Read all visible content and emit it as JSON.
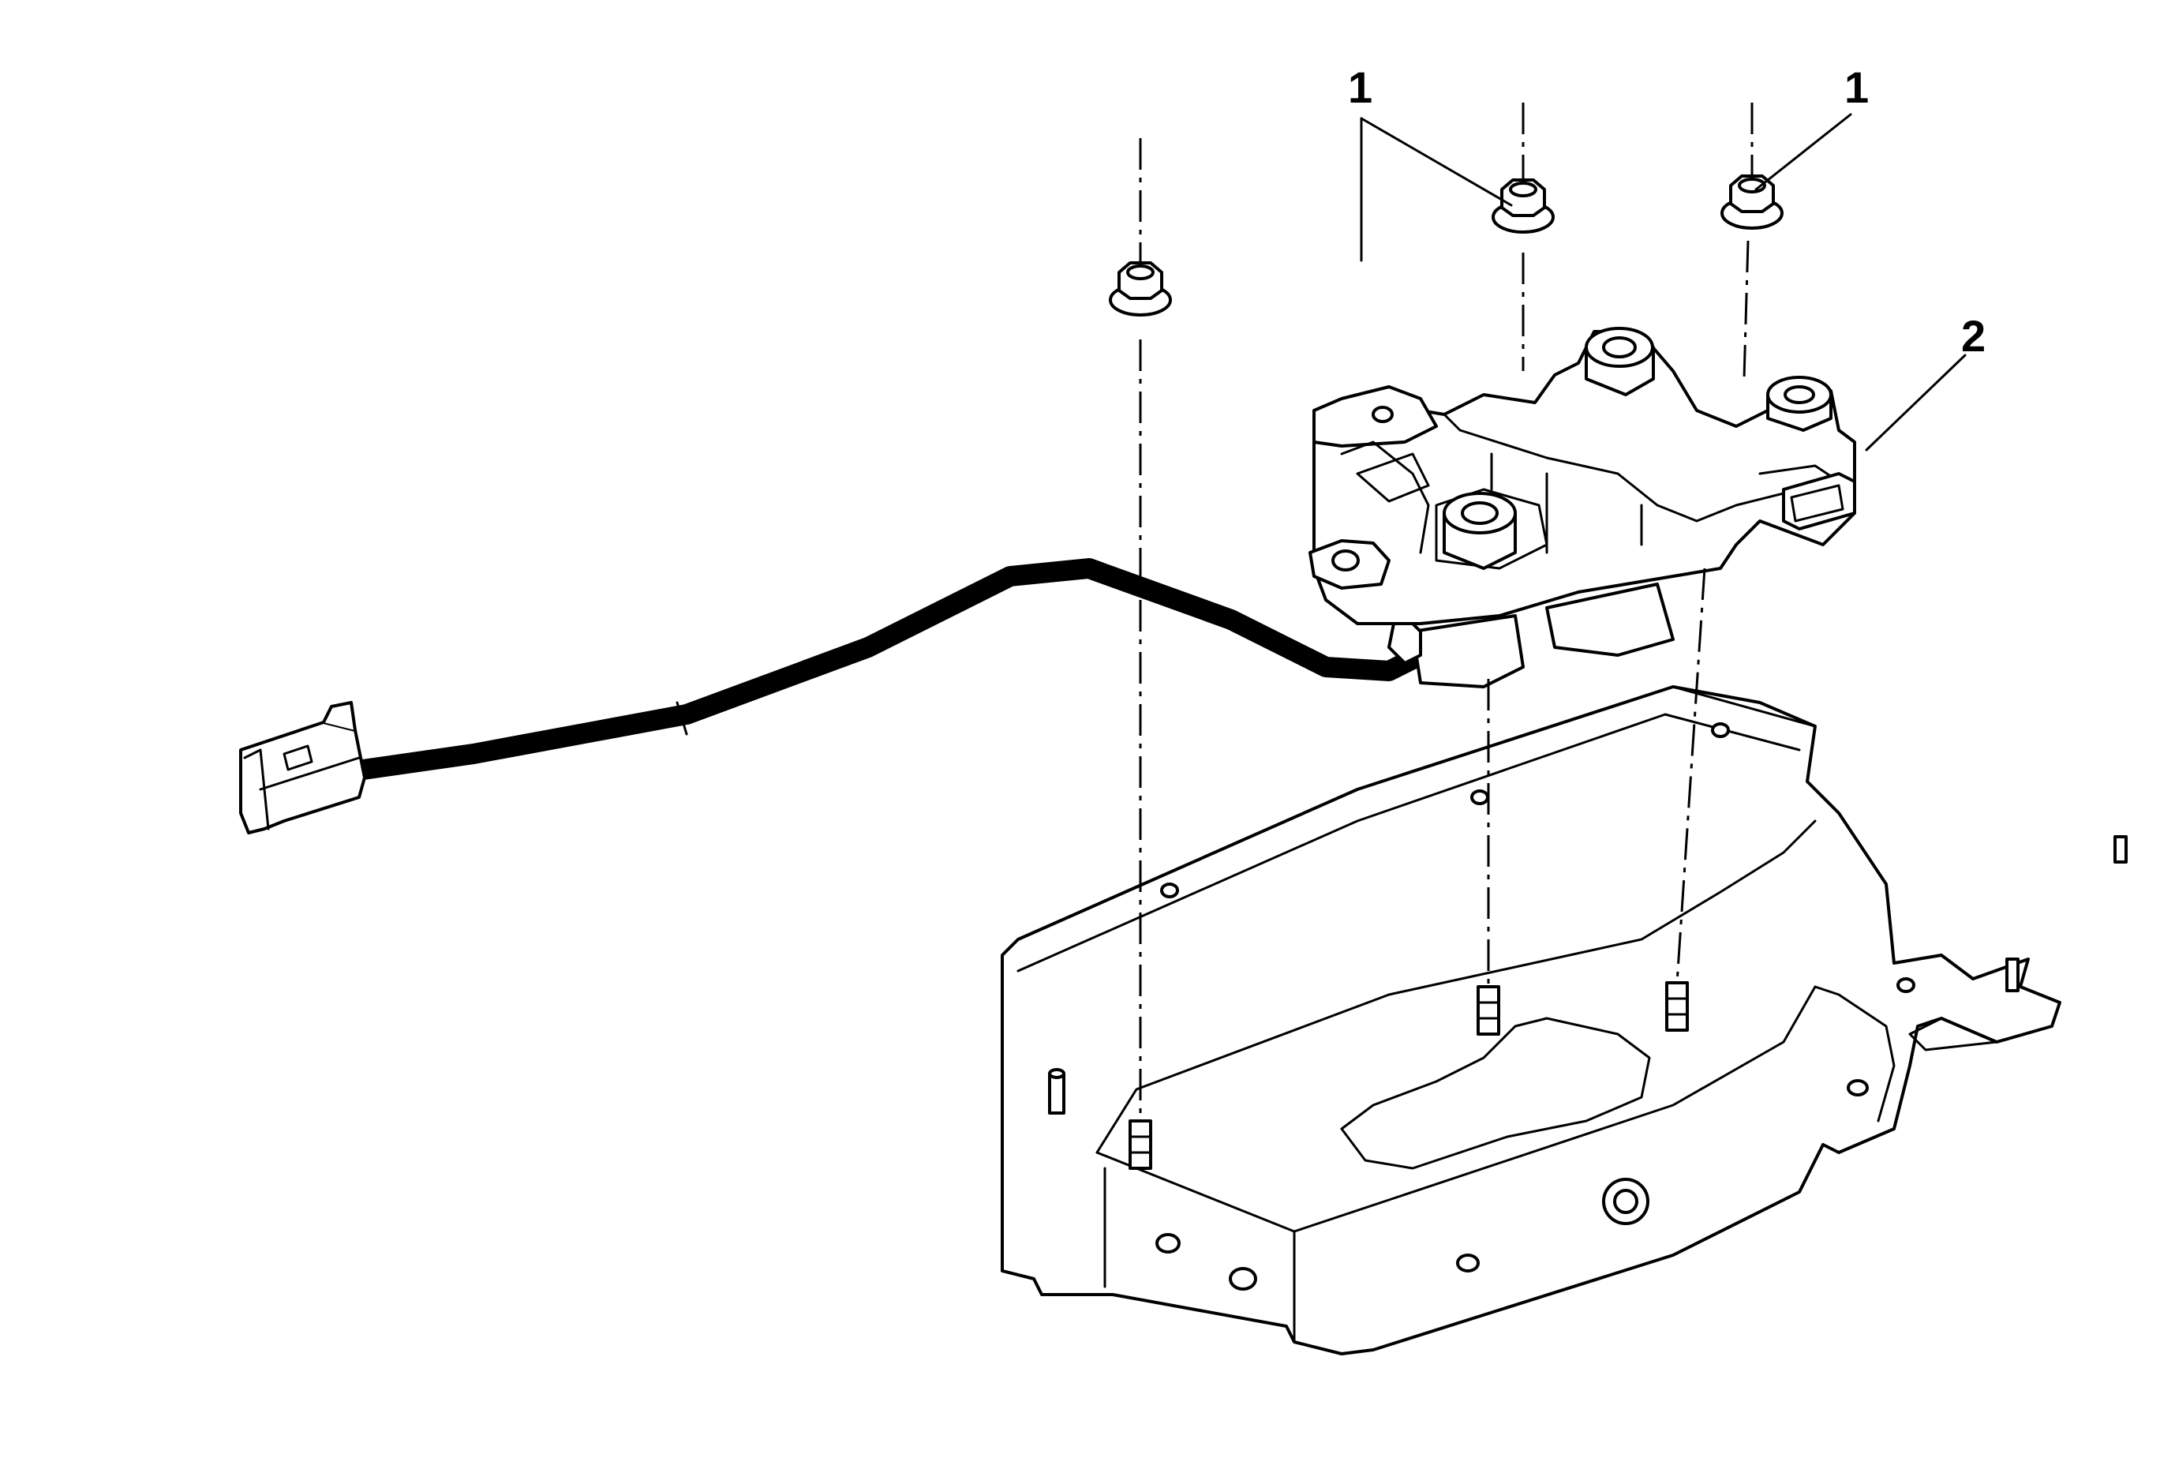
{
  "callouts": [
    {
      "id": "nut-left",
      "label": "1"
    },
    {
      "id": "nut-right",
      "label": "1"
    },
    {
      "id": "bracket",
      "label": "2"
    }
  ]
}
